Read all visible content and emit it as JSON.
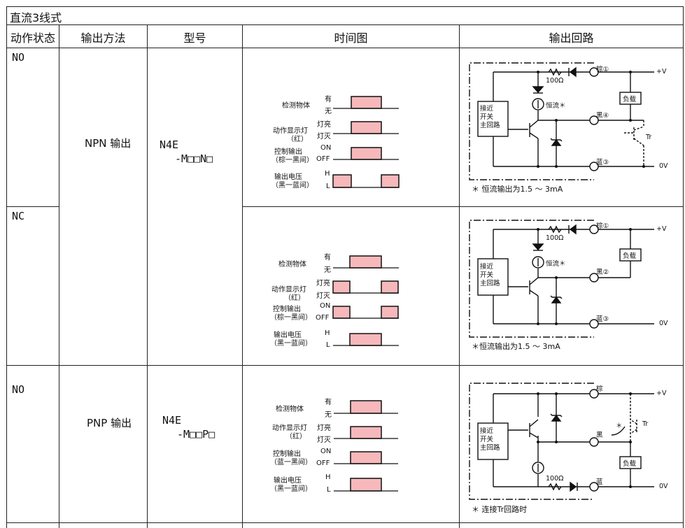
{
  "title": "直流3线式",
  "headers": {
    "state": "动作状态",
    "method": "输出方法",
    "model": "型号",
    "timing": "时间图",
    "circuit": "输出回路"
  },
  "rows": [
    {
      "state": "NO",
      "method": "NPN 输出",
      "model_line1": "N4E",
      "model_line2": "-M□□N□",
      "timing": {
        "obj_label": "检测物体",
        "obj_on": "有",
        "obj_off": "无",
        "ind_label": "动作显示灯",
        "ind_sub": "（红）",
        "ind_on": "灯亮",
        "ind_off": "灯灭",
        "ctl_label": "控制输出",
        "ctl_sub": "（棕一黑间）",
        "ctl_on": "ON",
        "ctl_off": "OFF",
        "out_label": "输出电压",
        "out_sub": "（黑一蓝间）",
        "out_h": "H",
        "out_l": "L"
      },
      "circuit": {
        "main": [
          "接近",
          "开关",
          "主回路"
        ],
        "brown": "棕",
        "black": "黑",
        "blue": "蓝",
        "pin_brown": "①",
        "pin_black": "④",
        "pin_blue": "③",
        "resistor": "100Ω",
        "cc": "恒流＊",
        "load": "负载",
        "vplus": "+V",
        "vzero": "0V",
        "tr": "Tr",
        "note": "＊ 恒流输出为1.5 ～ 3mA"
      }
    },
    {
      "state": "NC",
      "timing": {
        "obj_label": "检测物体",
        "obj_on": "有",
        "obj_off": "无",
        "ind_label": "动作显示灯",
        "ind_sub": "（红）",
        "ind_on": "灯亮",
        "ind_off": "灯灭",
        "ctl_label": "控制输出",
        "ctl_sub": "（棕一黑间）",
        "ctl_on": "ON",
        "ctl_off": "OFF",
        "out_label": "输出电压",
        "out_sub": "（黑一蓝间）",
        "out_h": "H",
        "out_l": "L"
      },
      "circuit": {
        "main": [
          "接近",
          "开关",
          "主回路"
        ],
        "brown": "棕",
        "black": "黑",
        "blue": "蓝",
        "pin_brown": "①",
        "pin_black": "②",
        "pin_blue": "③",
        "resistor": "100Ω",
        "cc": "恒流＊",
        "load": "负载",
        "vplus": "+V",
        "vzero": "0V",
        "note": "＊恒流输出为1.5 ～ 3mA"
      }
    },
    {
      "state": "NO",
      "method": "PNP 输出",
      "model_line1": "N4E",
      "model_line2": "-M□□P□",
      "timing": {
        "obj_label": "检测物体",
        "obj_on": "有",
        "obj_off": "无",
        "ind_label": "动作显示灯",
        "ind_sub": "（红）",
        "ind_on": "灯亮",
        "ind_off": "灯灭",
        "ctl_label": "控制输出",
        "ctl_sub": "（蓝一黑间）",
        "ctl_on": "ON",
        "ctl_off": "OFF",
        "out_label": "输出电压",
        "out_sub": "（黑一蓝间）",
        "out_h": "H",
        "out_l": "L"
      },
      "circuit": {
        "main": [
          "接近",
          "开关",
          "主回路"
        ],
        "brown": "棕",
        "black": "黑",
        "blue": "蓝",
        "resistor": "100Ω",
        "load": "负载",
        "vplus": "+V",
        "vzero": "0V",
        "tr": "Tr",
        "star": "＊",
        "note": "＊ 连接Tr回路时"
      }
    }
  ],
  "colors": {
    "fill": "#f6b8bb",
    "line": "#111111",
    "grid": "#888888"
  }
}
